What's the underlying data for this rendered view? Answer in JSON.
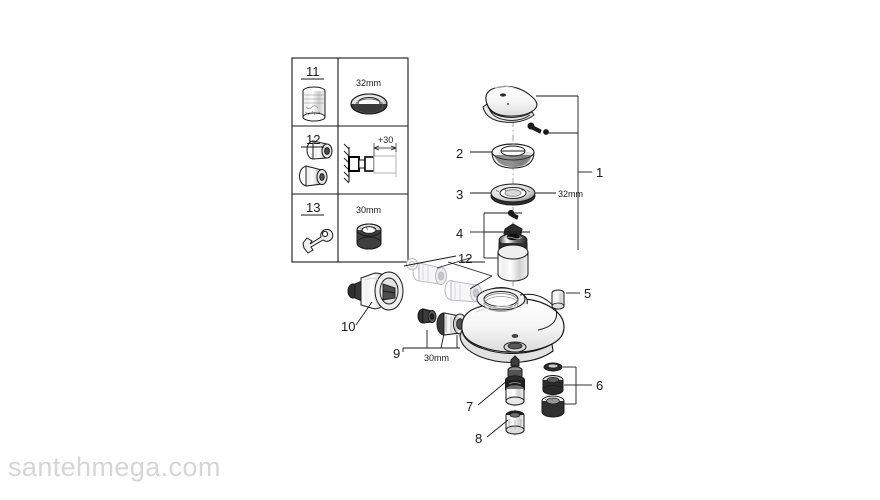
{
  "document": {
    "type": "exploded-parts-diagram",
    "subject": "single-lever bath/shower mixer tap",
    "background_color": "#ffffff",
    "line_color": "#1a1a1a",
    "ghost_line_color": "#b9b9bf",
    "watermark": "santehmega.com",
    "watermark_color": "#d6d6d6"
  },
  "accessories_table": {
    "name": "accessories-table",
    "rows": [
      {
        "number": "11",
        "part_name": "protective-sleeve",
        "tool_label": "32mm",
        "tool_name": "socket-32mm"
      },
      {
        "number": "12",
        "part_name": "eccentric-connectors",
        "tool_label": "+30",
        "tool_name": "wall-mount-extension-diagram"
      },
      {
        "number": "13",
        "part_name": "open-end-wrench",
        "tool_label": "30mm",
        "tool_name": "socket-30mm"
      }
    ]
  },
  "callouts": [
    {
      "id": "1",
      "label": "1",
      "name": "callout-1-handle-assembly"
    },
    {
      "id": "2",
      "label": "2",
      "name": "callout-2-cap"
    },
    {
      "id": "3",
      "label": "3",
      "name": "callout-3-threaded-ring",
      "size_label": "32mm"
    },
    {
      "id": "4",
      "label": "4",
      "name": "callout-4-cartridge"
    },
    {
      "id": "5",
      "label": "5",
      "name": "callout-5-plug-cap"
    },
    {
      "id": "6",
      "label": "6",
      "name": "callout-6-aerator-set"
    },
    {
      "id": "7",
      "label": "7",
      "name": "callout-7-diverter-spindle"
    },
    {
      "id": "8",
      "label": "8",
      "name": "callout-8-end-piece"
    },
    {
      "id": "9",
      "label": "9",
      "name": "callout-9-union-nut",
      "size_label": "30mm"
    },
    {
      "id": "10",
      "label": "10",
      "name": "callout-10-diverter-knob"
    },
    {
      "id": "12",
      "label": "12",
      "name": "callout-12-eccentric-connectors"
    }
  ],
  "size_labels": [
    {
      "text": "32mm",
      "name": "size-label-32mm-ring"
    },
    {
      "text": "30mm",
      "name": "size-label-30mm-nut"
    },
    {
      "text": "32mm",
      "name": "size-label-32mm-table"
    },
    {
      "text": "30mm",
      "name": "size-label-30mm-table"
    },
    {
      "text": "+30",
      "name": "size-label-plus-30"
    }
  ]
}
